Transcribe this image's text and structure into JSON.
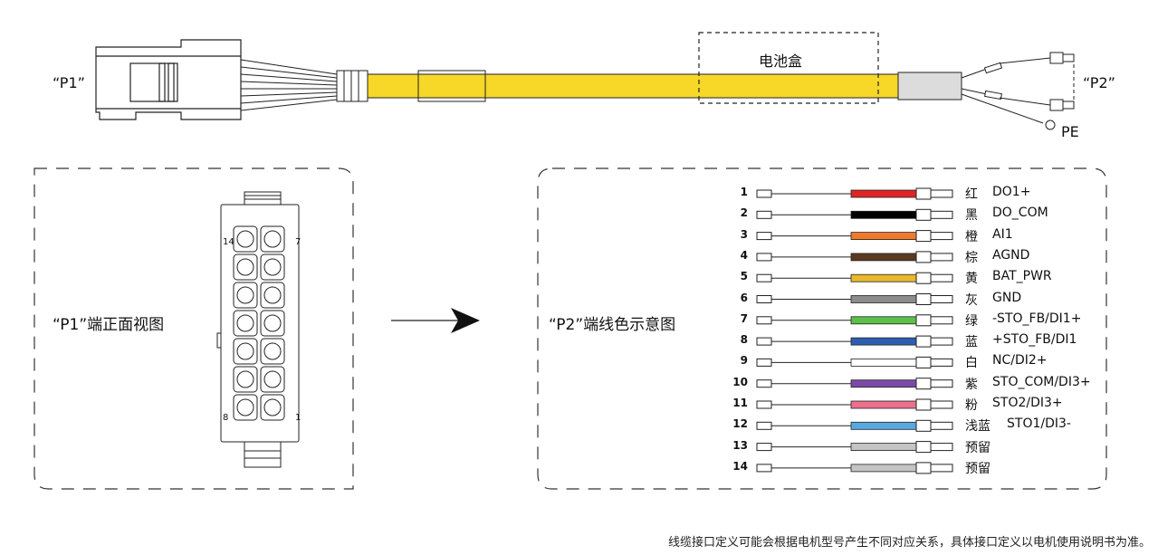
{
  "cable": {
    "p1_label": "“P1”",
    "p2_label": "“P2”",
    "battery_box_label": "电池盒",
    "pe_label": "PE"
  },
  "p1_view": {
    "title": "“P1”端正面视图",
    "pin_left_top": "14",
    "pin_right_top": "7",
    "pin_left_bottom": "8",
    "pin_right_bottom": "1"
  },
  "p2_view": {
    "title": "“P2”端线色示意图",
    "wires": [
      {
        "pin": "1",
        "color_name": "红",
        "signal": "DO1+",
        "color": "#e02424"
      },
      {
        "pin": "2",
        "color_name": "黑",
        "signal": "DO_COM",
        "color": "#000000"
      },
      {
        "pin": "3",
        "color_name": "橙",
        "signal": "AI1",
        "color": "#f07a2a"
      },
      {
        "pin": "4",
        "color_name": "棕",
        "signal": "AGND",
        "color": "#5b3a22"
      },
      {
        "pin": "5",
        "color_name": "黄",
        "signal": "BAT_PWR",
        "color": "#e9b82c"
      },
      {
        "pin": "6",
        "color_name": "灰",
        "signal": "GND",
        "color": "#8c8c8c"
      },
      {
        "pin": "7",
        "color_name": "绿",
        "signal": "-STO_FB/DI1+",
        "color": "#5cc048"
      },
      {
        "pin": "8",
        "color_name": "蓝",
        "signal": "+STO_FB/DI1",
        "color": "#2c5fb0"
      },
      {
        "pin": "9",
        "color_name": "白",
        "signal": "NC/DI2+",
        "color": "#ffffff"
      },
      {
        "pin": "10",
        "color_name": "紫",
        "signal": "STO_COM/DI3+",
        "color": "#7b4aa8"
      },
      {
        "pin": "11",
        "color_name": "粉",
        "signal": "STO2/DI3+",
        "color": "#ec6f8d"
      },
      {
        "pin": "12",
        "color_name": "浅蓝",
        "signal": "STO1/DI3-",
        "color": "#59a9e0"
      },
      {
        "pin": "13",
        "color_name": "预留",
        "signal": "",
        "color": "#c4c4c4"
      },
      {
        "pin": "14",
        "color_name": "预留",
        "signal": "",
        "color": "#c4c4c4"
      }
    ]
  },
  "footnote": "线缆接口定义可能会根据电机型号产生不同对应关系，具体接口定义以电机使用说明书为准。",
  "colors": {
    "cable_yellow": "#f7d727",
    "sleeve_gray": "#dcdcdc",
    "line": "#222222"
  }
}
